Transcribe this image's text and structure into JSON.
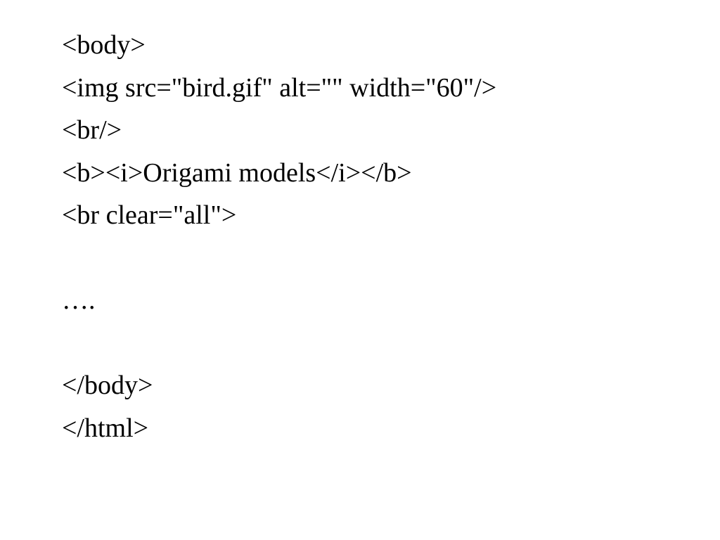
{
  "lines": [
    "<body>",
    "<img src=\"bird.gif\" alt=\"\" width=\"60\"/>",
    "<br/>",
    "<b><i>Origami models</i></b>",
    "<br clear=\"all\">",
    "",
    "….",
    "",
    "</body>",
    "</html>"
  ]
}
